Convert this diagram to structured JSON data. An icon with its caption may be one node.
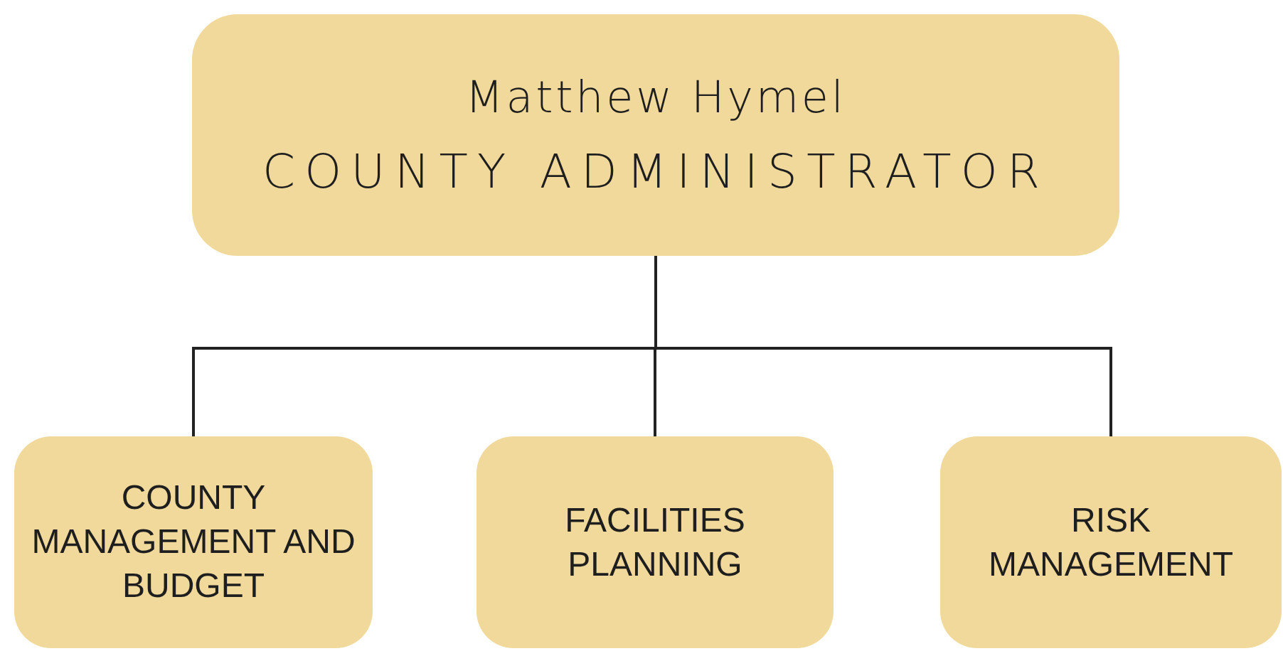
{
  "diagram": {
    "nodes": [
      {
        "text": [
          "Matthew Hymel",
          "COUNTY ADMINISTRATOR"
        ]
      },
      {
        "text": [
          "COUNTY MANAGEMENT AND BUDGET"
        ]
      },
      {
        "text": [
          "FACILITIES PLANNING"
        ]
      },
      {
        "text": [
          "RISK MANAGEMENT"
        ]
      }
    ],
    "edges": [
      {
        "from": 0,
        "to": 1,
        "arrow": "none"
      },
      {
        "from": 0,
        "to": 2,
        "arrow": "none"
      },
      {
        "from": 0,
        "to": 3,
        "arrow": "none"
      }
    ]
  }
}
